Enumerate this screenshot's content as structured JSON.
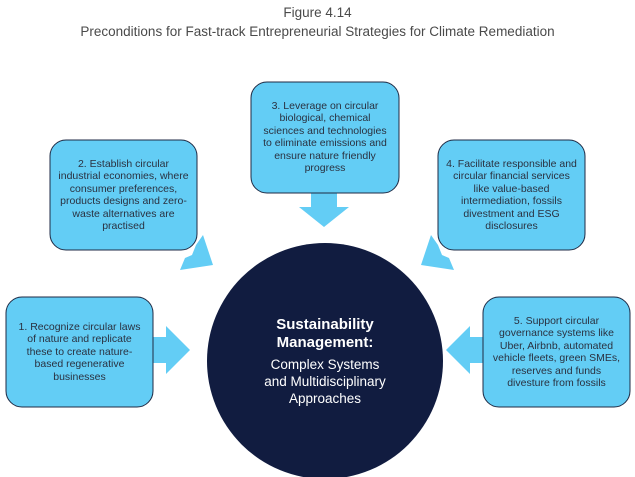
{
  "figure": {
    "number": "Figure 4.14",
    "title": "Preconditions for Fast-track Entrepreneurial Strategies for Climate Remediation"
  },
  "center": {
    "heading_line1": "Sustainability",
    "heading_line2": "Management:",
    "subtitle_line1": "Complex Systems",
    "subtitle_line2": "and Multidisciplinary",
    "subtitle_line3": "Approaches"
  },
  "boxes": [
    {
      "text": "1. Recognize circular laws of nature and replicate these to create nature-based regenerative businesses"
    },
    {
      "text": "2. Establish circular industrial economies, where consumer preferences, products designs and zero-waste alternatives are practised"
    },
    {
      "text": "3. Leverage on circular biological, chemical sciences and technologies to eliminate emissions and ensure nature friendly progress"
    },
    {
      "text": "4. Facilitate responsible and circular financial services like value-based intermediation, fossils divestment and ESG disclosures"
    },
    {
      "text": "5. Support circular governance systems like Uber, Airbnb, automated vehicle fleets, green SMEs, reserves and funds divesture from fossils"
    }
  ],
  "colors": {
    "box": "#63cdf5",
    "box_border": "#1f2a44",
    "arrow": "#63cdf5",
    "circle": "#111c40"
  }
}
